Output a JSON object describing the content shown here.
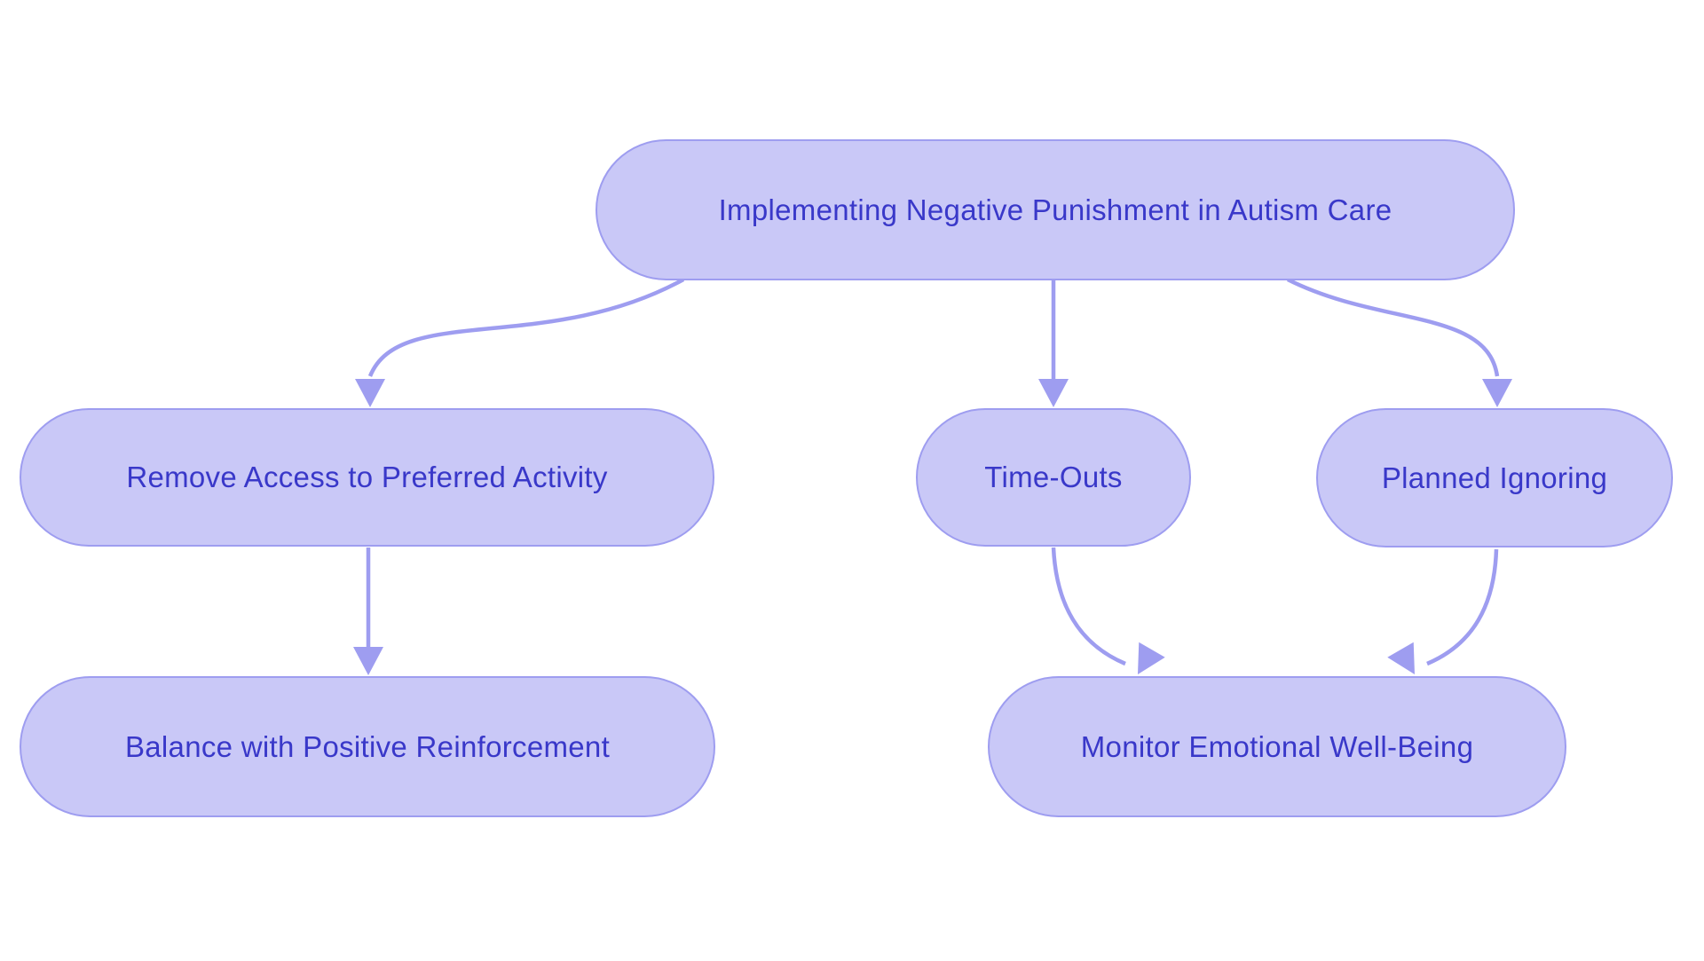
{
  "diagram": {
    "type": "flowchart",
    "background": "#ffffff",
    "colors": {
      "node_fill": "#c9c8f7",
      "node_border": "#9e9df0",
      "edge": "#9e9df0",
      "text": "#3938c9"
    },
    "nodes": [
      {
        "id": "root",
        "label": "Implementing Negative Punishment in Autism Care"
      },
      {
        "id": "remove",
        "label": "Remove Access to Preferred Activity"
      },
      {
        "id": "timeouts",
        "label": "Time-Outs"
      },
      {
        "id": "planned",
        "label": "Planned Ignoring"
      },
      {
        "id": "balance",
        "label": "Balance with Positive Reinforcement"
      },
      {
        "id": "monitor",
        "label": "Monitor Emotional Well-Being"
      }
    ],
    "edges": [
      {
        "from": "root",
        "to": "remove"
      },
      {
        "from": "root",
        "to": "timeouts"
      },
      {
        "from": "root",
        "to": "planned"
      },
      {
        "from": "remove",
        "to": "balance"
      },
      {
        "from": "timeouts",
        "to": "monitor"
      },
      {
        "from": "planned",
        "to": "monitor"
      }
    ]
  }
}
